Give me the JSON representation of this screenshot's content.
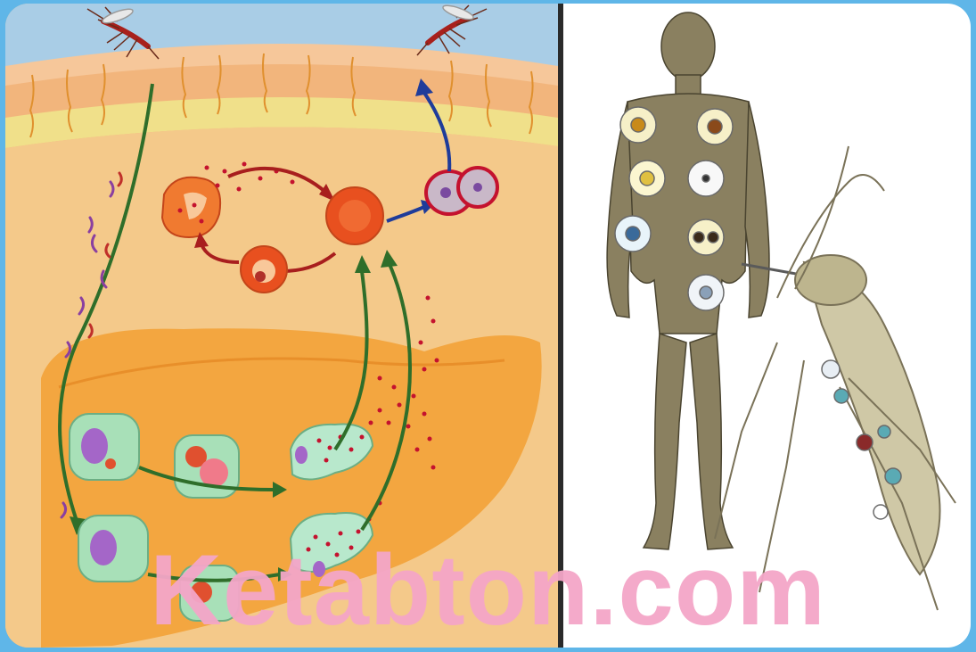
{
  "watermark": {
    "text": "Ketabton.com",
    "color": "#f4a6c8"
  },
  "colors": {
    "frame": "#5fb6e8",
    "sky": "#a9cde6",
    "skin_top": "#f6c79a",
    "skin_band": "#f0e08a",
    "tissue": "#f4c98a",
    "liver": "#f3a640",
    "red_cell": "#e8501f",
    "hepatocyte": "#a8e0b8",
    "arrow_green": "#2f6e2a",
    "arrow_red": "#a81e1e",
    "arrow_blue": "#1f3c9a"
  },
  "icons": {
    "mosquito_left": "mosquito-icon",
    "mosquito_right": "mosquito-icon",
    "human_figure": "human-body-illustration",
    "mosquito_large": "mosquito-illustration"
  }
}
